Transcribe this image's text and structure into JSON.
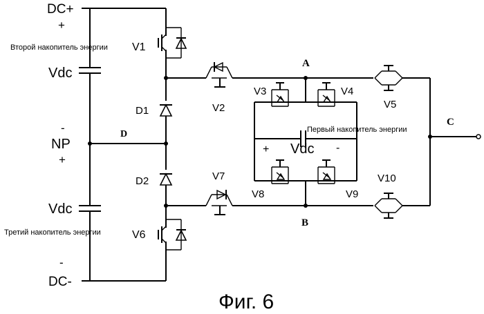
{
  "labels": {
    "dc_plus": "DC+",
    "plus_top": "+",
    "second_storage": "Второй накопитель энергии",
    "v1": "V1",
    "vdc_top": "Vdc",
    "minus_np_top": "-",
    "np": "NP",
    "plus_np_bottom": "+",
    "vdc_bottom": "Vdc",
    "third_storage": "Третий накопитель энергии",
    "v6": "V6",
    "minus_bottom": "-",
    "dc_minus": "DC-",
    "d1": "D1",
    "d2": "D2",
    "node_d": "D",
    "v2": "V2",
    "v7": "V7",
    "node_a": "A",
    "node_b": "B",
    "v3": "V3",
    "v4": "V4",
    "v8": "V8",
    "v9": "V9",
    "v5": "V5",
    "v10": "V10",
    "node_c": "C",
    "first_storage": "Первый накопитель энергии",
    "vdc_mid": "Vdc",
    "cap_plus": "+",
    "cap_minus": "-"
  },
  "caption": "Фиг. 6"
}
